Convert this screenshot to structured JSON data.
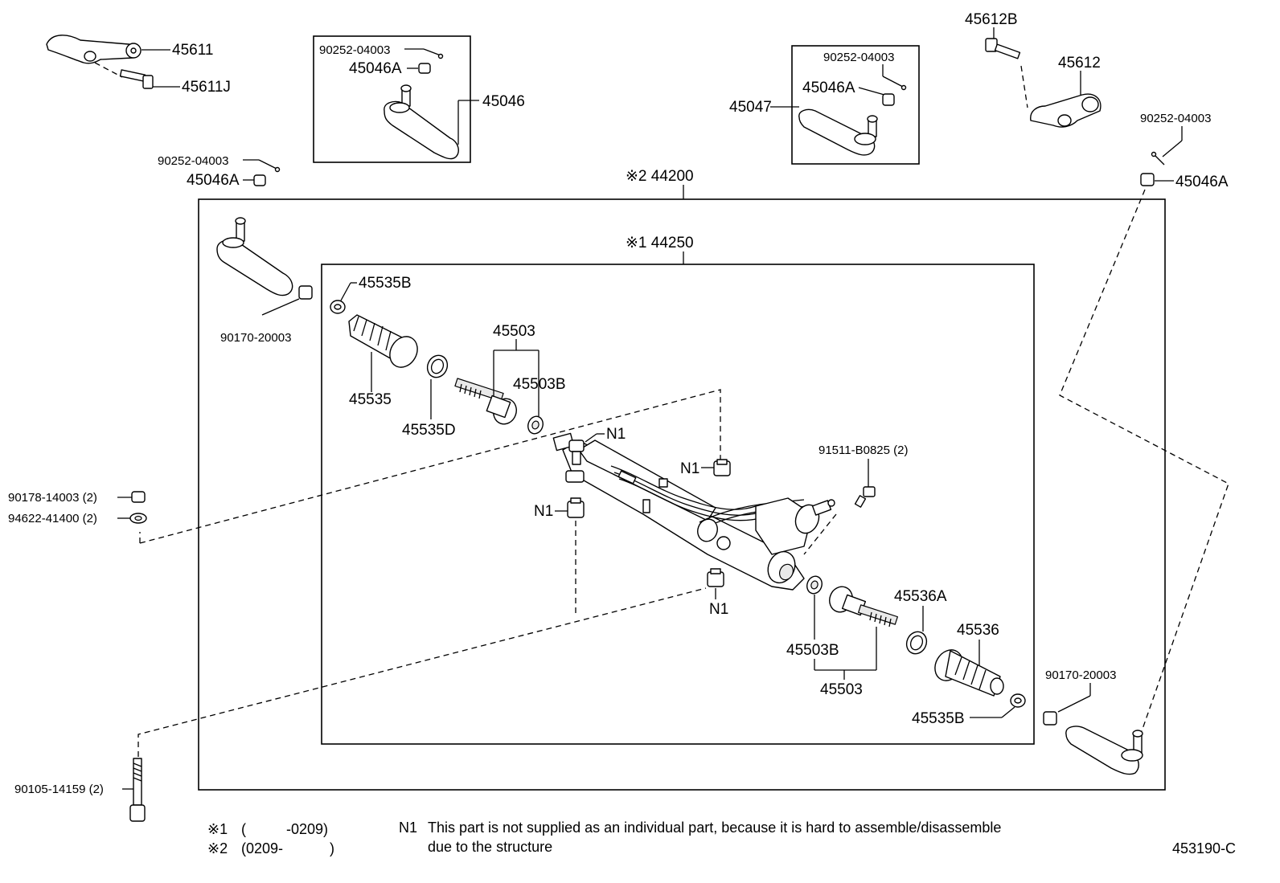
{
  "labels": {
    "p45611": "45611",
    "p45611J": "45611J",
    "p90252_a": "90252-04003",
    "p45046A_a": "45046A",
    "p45046": "45046",
    "p90252_b": "90252-04003",
    "p45046A_b": "45046A",
    "p90252_c": "90252-04003",
    "p45046A_c": "45046A",
    "p45047": "45047",
    "p45612B": "45612B",
    "p45612": "45612",
    "p90252_d": "90252-04003",
    "p45046A_d": "45046A",
    "p44200": "※2 44200",
    "p44250": "※1 44250",
    "p45535B_a": "45535B",
    "p90170_a": "90170-20003",
    "p45535": "45535",
    "p45535D": "45535D",
    "p45503_a": "45503",
    "p45503B_a": "45503B",
    "pN1_a": "N1",
    "pN1_b": "N1",
    "pN1_c": "N1",
    "pN1_d": "N1",
    "p91511": "91511-B0825 (2)",
    "p90178": "90178-14003 (2)",
    "p94622": "94622-41400 (2)",
    "p45536A": "45536A",
    "p45536": "45536",
    "p45503B_b": "45503B",
    "p45503_b": "45503",
    "p90170_b": "90170-20003",
    "p45535B_b": "45535B",
    "p90105": "90105-14159 (2)"
  },
  "footer": {
    "note1_mark": "※1",
    "note1_open": "(",
    "note1_range": "-0209)",
    "note2_mark": "※2",
    "note2_range": "(0209-",
    "note2_close": ")",
    "n1_code": "N1",
    "n1_text_line1": "This part is not supplied as an individual part,  because it is hard to assemble/disassemble",
    "n1_text_line2": "due to the structure",
    "diagram_code": "453190-C"
  }
}
